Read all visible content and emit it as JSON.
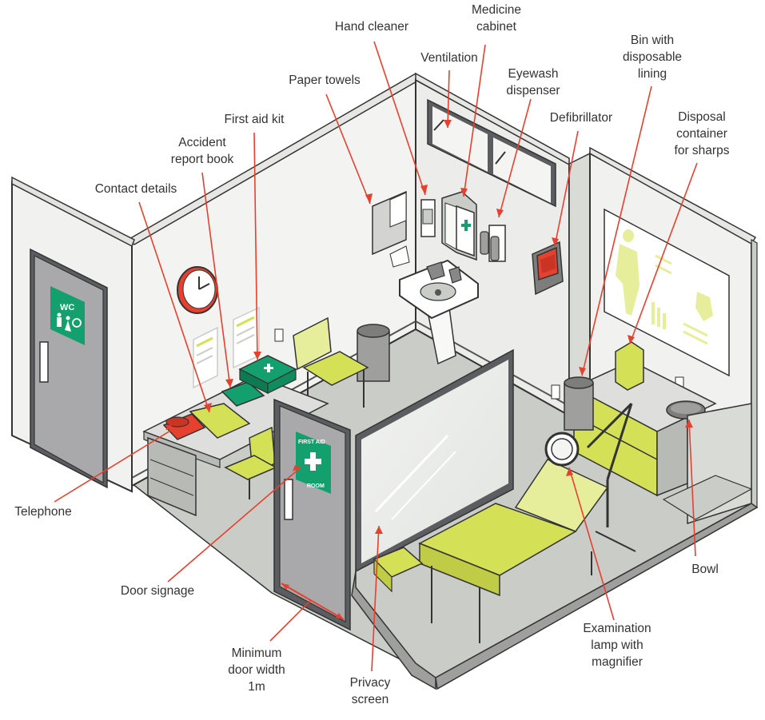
{
  "colors": {
    "accent_green": "#d4e157",
    "pale_green": "#e6ee9c",
    "sign_green": "#14a06e",
    "door_grey": "#a9a9ab",
    "wall": "#f3f4f1",
    "floor": "#c9ccc7",
    "outline": "#333333",
    "leader_red": "#e5412e",
    "phone_red": "#e5412e"
  },
  "signs": {
    "wc": "WC",
    "first_aid_line1": "FIRST AID",
    "first_aid_line2": "ROOM"
  },
  "labels": {
    "hand_cleaner": [
      "Hand cleaner"
    ],
    "medicine_cabinet": [
      "Medicine",
      "cabinet"
    ],
    "ventilation": [
      "Ventilation"
    ],
    "eyewash_dispenser": [
      "Eyewash",
      "dispenser"
    ],
    "bin": [
      "Bin with",
      "disposable",
      "lining"
    ],
    "paper_towels": [
      "Paper towels"
    ],
    "defibrillator": [
      "Defibrillator"
    ],
    "sharps_container": [
      "Disposal",
      "container",
      "for sharps"
    ],
    "first_aid_kit": [
      "First aid kit"
    ],
    "accident_report_book": [
      "Accident",
      "report book"
    ],
    "contact_details": [
      "Contact details"
    ],
    "telephone": [
      "Telephone"
    ],
    "door_signage": [
      "Door signage"
    ],
    "bowl": [
      "Bowl"
    ],
    "exam_lamp": [
      "Examination",
      "lamp with",
      "magnifier"
    ],
    "min_door_width": [
      "Minimum",
      "door width",
      "1m"
    ],
    "privacy_screen": [
      "Privacy",
      "screen"
    ]
  }
}
